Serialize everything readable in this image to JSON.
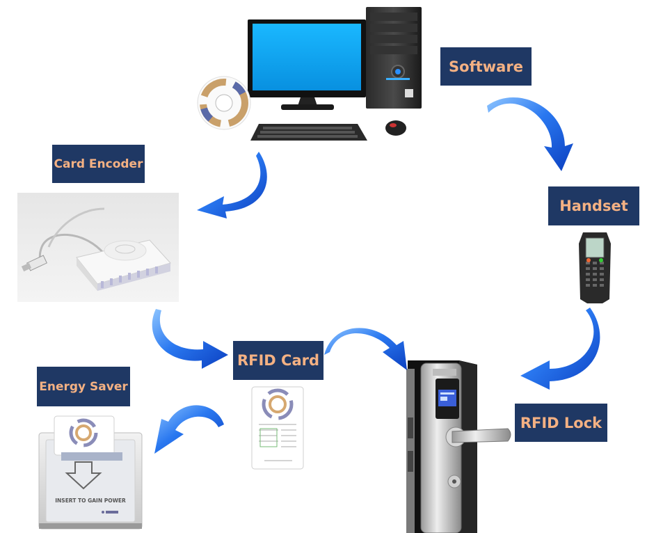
{
  "labels": {
    "software": "Software",
    "card_encoder": "Card Encoder",
    "handset": "Handset",
    "rfid_card": "RFID Card",
    "energy_saver": "Energy Saver",
    "rfid_lock": "RFID Lock"
  },
  "energy_saver_text": "INSERT TO GAIN POWER",
  "colors": {
    "label_bg": "#1f3864",
    "label_text": "#f4b183",
    "arrow": "#1a5ad8",
    "monitor_screen": "#0aa6f0"
  }
}
